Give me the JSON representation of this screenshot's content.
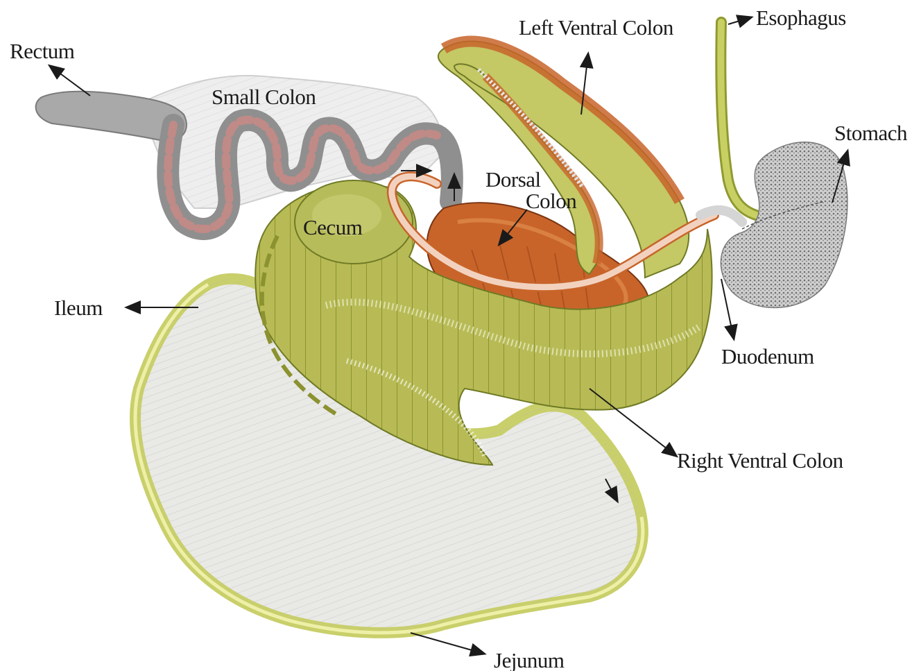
{
  "diagram": {
    "labels": {
      "rectum": "Rectum",
      "small_colon": "Small Colon",
      "left_ventral_colon": "Left Ventral Colon",
      "esophagus": "Esophagus",
      "stomach": "Stomach",
      "dorsal_colon_line1": "Dorsal",
      "dorsal_colon_line2": "Colon",
      "cecum": "Cecum",
      "ileum": "Ileum",
      "duodenum": "Duodenum",
      "right_ventral_colon": "Right Ventral Colon",
      "jejunum": "Jejunum"
    },
    "colors": {
      "colon_green": "#b6b84f",
      "colon_green_dark": "#7f8a2e",
      "dorsal_orange": "#c8642a",
      "mesentery_gray": "#d8d8d8",
      "small_colon_gray": "#8f8f8f",
      "small_colon_pink": "#c98a86",
      "jejunum_rim": "#c9cf6a",
      "stomach_gray": "#9b9b9b",
      "ileum_pink": "#f2d2bf"
    }
  }
}
